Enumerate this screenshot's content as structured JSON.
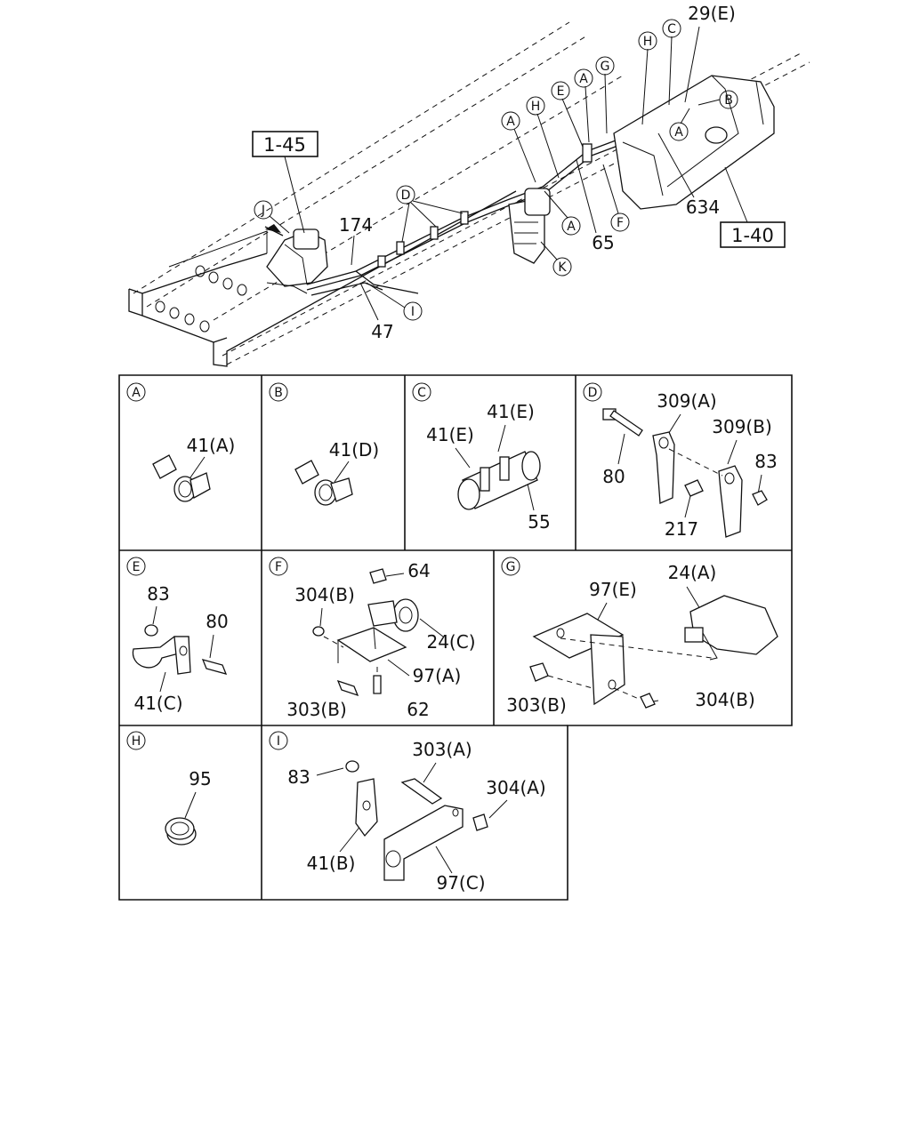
{
  "overview": {
    "ref_boxes": [
      "1-45",
      "1-40"
    ],
    "callouts": [
      "174",
      "47",
      "65",
      "634",
      "29(E)"
    ],
    "circle_letters": [
      "J",
      "D",
      "A",
      "H",
      "E",
      "A",
      "G",
      "H",
      "C",
      "B",
      "A",
      "F",
      "A",
      "K",
      "I"
    ]
  },
  "panels": [
    {
      "letter": "A",
      "labels": [
        "41(A)"
      ]
    },
    {
      "letter": "B",
      "labels": [
        "41(D)"
      ]
    },
    {
      "letter": "C",
      "labels": [
        "41(E)",
        "41(E)",
        "55"
      ]
    },
    {
      "letter": "D",
      "labels": [
        "309(A)",
        "309(B)",
        "80",
        "83",
        "217"
      ]
    },
    {
      "letter": "E",
      "labels": [
        "83",
        "80",
        "41(C)"
      ]
    },
    {
      "letter": "F",
      "labels": [
        "64",
        "304(B)",
        "24(C)",
        "97(A)",
        "303(B)",
        "62"
      ]
    },
    {
      "letter": "G",
      "labels": [
        "97(E)",
        "24(A)",
        "303(B)",
        "304(B)"
      ]
    },
    {
      "letter": "H",
      "labels": [
        "95"
      ]
    },
    {
      "letter": "I",
      "labels": [
        "303(A)",
        "83",
        "304(A)",
        "41(B)",
        "97(C)"
      ]
    }
  ]
}
